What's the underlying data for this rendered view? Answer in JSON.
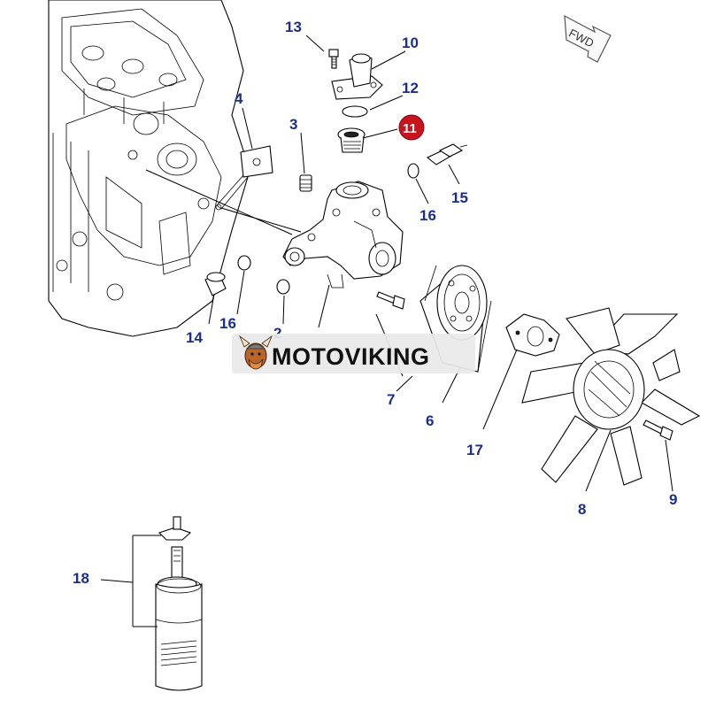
{
  "direction_marker": "FWD",
  "watermark": {
    "text": "MOTOVIKING",
    "logo_icon": "viking-mascot-icon"
  },
  "highlighted_part": "11",
  "colors": {
    "label": "#1c2e8c",
    "highlight_badge": "#c8141e",
    "watermark_bg": "#e9e9e9"
  },
  "part_labels": {
    "p1": "13",
    "p2": "10",
    "p3": "12",
    "p4": "11",
    "p5": "4",
    "p6": "3",
    "p7": "15",
    "p8": "16",
    "p9": "16",
    "p10": "14",
    "p11": "2",
    "p12": "7",
    "p13": "6",
    "p14": "17",
    "p15": "8",
    "p16": "9",
    "p17": "18"
  }
}
